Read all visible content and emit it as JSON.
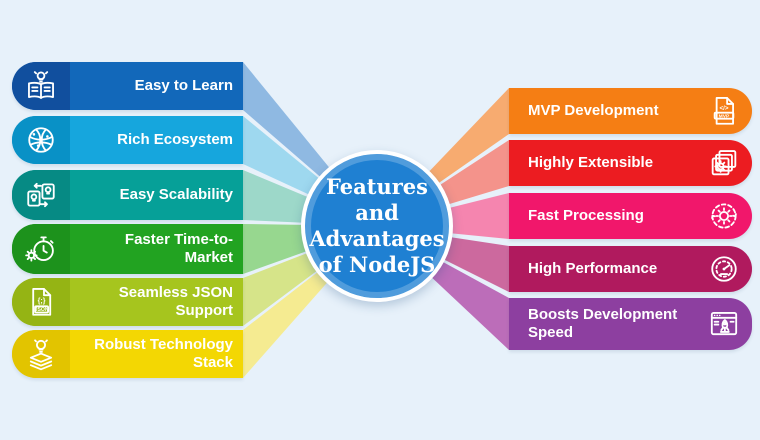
{
  "background_color": "#e7f1fa",
  "center": {
    "lines": [
      "Features",
      "and",
      "Advantages",
      "of NodeJS"
    ],
    "fill_color": "#1f80d2",
    "border_color": "#ffffff"
  },
  "left_items": [
    {
      "label": "Easy to Learn",
      "icon": "book-lightbulb-icon",
      "bar_color": "#1268ba",
      "icon_bg_color": "#114f9e",
      "ray_color": "#8fb9e2"
    },
    {
      "label": "Rich Ecosystem",
      "icon": "globe-network-icon",
      "bar_color": "#16a6dd",
      "icon_bg_color": "#0991c6",
      "ray_color": "#9ed8ef"
    },
    {
      "label": "Easy Scalability",
      "icon": "scalable-ideas-icon",
      "bar_color": "#06a098",
      "icon_bg_color": "#068a84",
      "ray_color": "#9dd8c9"
    },
    {
      "label": "Faster Time-to-Market",
      "icon": "stopwatch-gear-icon",
      "bar_color": "#22a321",
      "icon_bg_color": "#1d921c",
      "ray_color": "#97d78f"
    },
    {
      "label": "Seamless JSON Support",
      "icon": "json-file-icon",
      "icon_glyph": "{;}",
      "icon_text": "JSON",
      "bar_color": "#a6c51e",
      "icon_bg_color": "#95b414",
      "ray_color": "#d6e489"
    },
    {
      "label": "Robust Technology Stack",
      "icon": "technology-stack-icon",
      "bar_color": "#f3d703",
      "icon_bg_color": "#e2c400",
      "ray_color": "#f5eb91"
    }
  ],
  "right_items": [
    {
      "label": "MVP Development",
      "icon": "mvp-code-file-icon",
      "icon_glyph": "</>",
      "icon_text": "MVP",
      "bar_color": "#f57e14",
      "ray_color": "#f7ab70"
    },
    {
      "label": "Highly Extensible",
      "icon": "stacked-windows-gear-icon",
      "bar_color": "#ec1c21",
      "ray_color": "#f4938b"
    },
    {
      "label": "Fast Processing",
      "icon": "gear-cycle-icon",
      "bar_color": "#f1176b",
      "ray_color": "#f585af"
    },
    {
      "label": "High Performance",
      "icon": "speedometer-icon",
      "bar_color": "#b01a5e",
      "ray_color": "#cc699e"
    },
    {
      "label": "Boosts Development Speed",
      "icon": "rocket-browser-icon",
      "bar_color": "#8d3fa0",
      "ray_color": "#bc6db9"
    }
  ]
}
